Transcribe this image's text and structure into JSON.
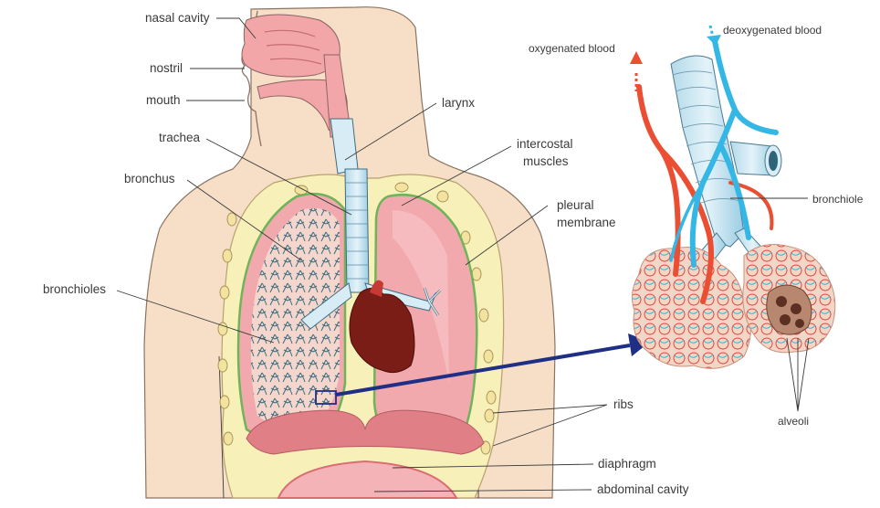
{
  "labels": {
    "nasal_cavity": "nasal cavity",
    "nostril": "nostril",
    "mouth": "mouth",
    "trachea": "trachea",
    "bronchus": "bronchus",
    "bronchioles": "bronchioles",
    "larynx": "larynx",
    "intercostal_muscles_1": "intercostal",
    "intercostal_muscles_2": "muscles",
    "pleural_membrane_1": "pleural",
    "pleural_membrane_2": "membrane",
    "ribs": "ribs",
    "diaphragm": "diaphragm",
    "abdominal_cavity": "abdominal cavity",
    "oxygenated_blood": "oxygenated blood",
    "deoxygenated_blood": "deoxygenated blood",
    "bronchiole": "bronchiole",
    "alveoli": "alveoli"
  },
  "colors": {
    "skin": "#f7dfc7",
    "skin_outline": "#8a7464",
    "lung": "#f2a9ad",
    "lung_dark": "#e07f86",
    "pleura": "#f7f1b9",
    "pleura_outline": "#6fb35a",
    "airway": "#c8e3ef",
    "airway_outline": "#3f6b80",
    "heart": "#7a1d16",
    "oxygenated": "#ea4f33",
    "deoxygenated": "#35b7e6",
    "pointer_arrow": "#1f2f86",
    "label_text": "#3a3a3a"
  }
}
